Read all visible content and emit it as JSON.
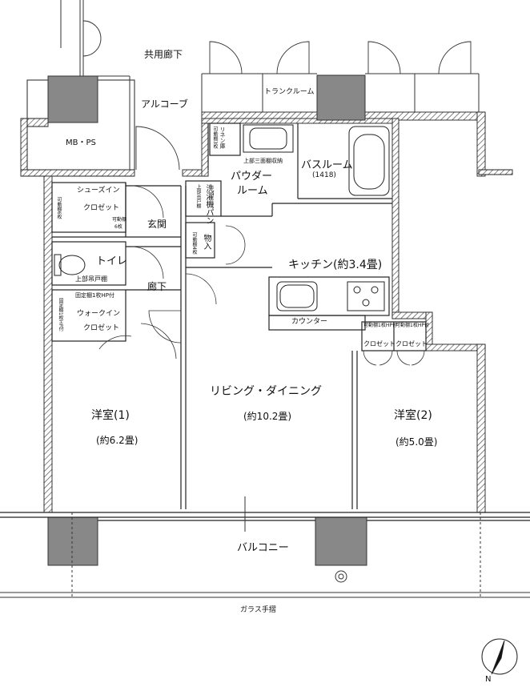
{
  "plan": {
    "corridor": "共用廊下",
    "alcove": "アルコーブ",
    "trunk_room": "トランクルーム",
    "mb_ps": "MB・PS",
    "linen_closet": "リネン庫",
    "movable_shelf_3": "可動棚3枚",
    "upper_storage": "上部三面棚収納",
    "powder_room_1": "パウダー",
    "powder_room_2": "ルーム",
    "bathroom": "バスルーム",
    "bathroom_size": "(1418)",
    "shoes_closet_1": "シューズイン",
    "shoes_closet_2": "クロゼット",
    "movable_shelf_6": "可動棚6枚",
    "movable_shelf_6b": "可動棚",
    "shelf_6": "6枚",
    "washer_pan": "洗濯機パン",
    "upper_shelf": "上部吊戸棚",
    "entrance": "玄関",
    "storage": "物入",
    "movable_shelf_4": "可動棚4枚",
    "toilet": "トイレ",
    "toilet_upper_shelf": "上部吊戸棚",
    "kitchen": "キッチン(約3.4畳)",
    "hallway": "廊下",
    "fixed_shelf_hp": "固定棚1枚HP付",
    "fixed_shelf_hp_side": "固定棚1枚HP付",
    "walkin_closet_1": "ウォークイン",
    "walkin_closet_2": "クロゼット",
    "counter": "カウンター",
    "movable_shelf_hp_a": "可動棚1枚HP付",
    "movable_shelf_hp_b": "可動棚1枚HP付",
    "closet_a": "クロゼット",
    "closet_b": "クロゼット",
    "living_dining": "リビング・ダイニング",
    "living_size": "(約10.2畳)",
    "western_room_1": "洋室(1)",
    "western_room_1_size": "(約6.2畳)",
    "western_room_2": "洋室(2)",
    "western_room_2_size": "(約5.0畳)",
    "balcony": "バルコニー",
    "glass_railing": "ガラス手摺",
    "north": "N"
  }
}
